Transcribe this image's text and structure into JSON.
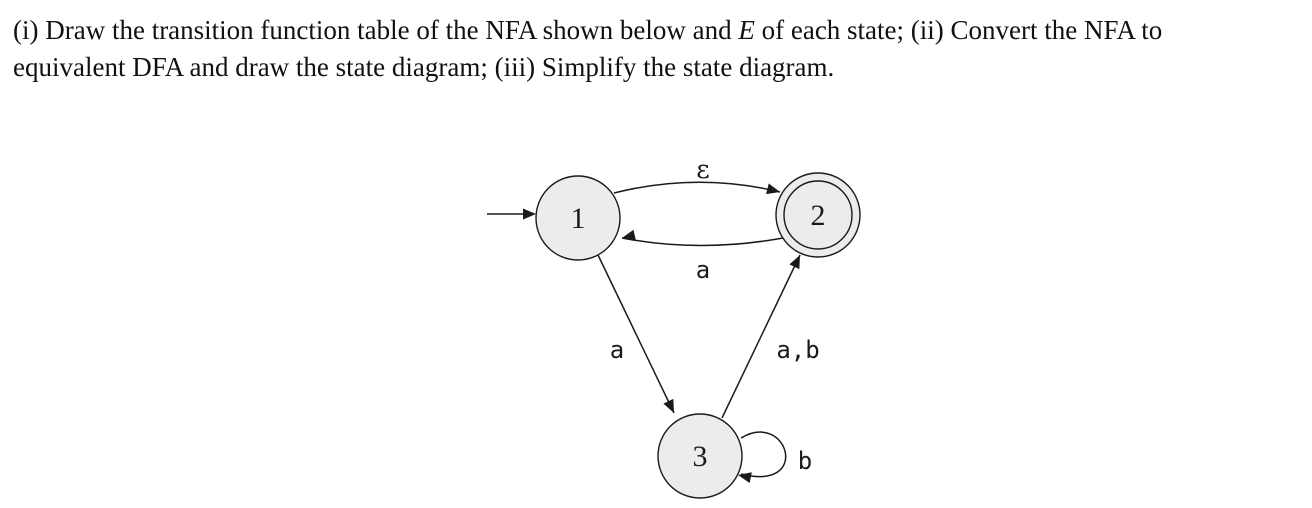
{
  "question": {
    "line1_part1": "(i) Draw the transition function table of the NFA shown below and ",
    "line1_var": "E",
    "line1_part2": " of each state; (ii) Convert the NFA to ",
    "line2": "equivalent DFA and draw the state diagram; (iii) Simplify the state diagram."
  },
  "diagram": {
    "states": [
      {
        "id": "1",
        "label": "1",
        "start": true,
        "accepting": false
      },
      {
        "id": "2",
        "label": "2",
        "start": false,
        "accepting": true
      },
      {
        "id": "3",
        "label": "3",
        "start": false,
        "accepting": false
      }
    ],
    "transitions": [
      {
        "from": "1",
        "to": "2",
        "label": "ε"
      },
      {
        "from": "2",
        "to": "1",
        "label": "a"
      },
      {
        "from": "1",
        "to": "3",
        "label": "a"
      },
      {
        "from": "3",
        "to": "2",
        "label": "a,b"
      },
      {
        "from": "3",
        "to": "3",
        "label": "b"
      }
    ]
  }
}
